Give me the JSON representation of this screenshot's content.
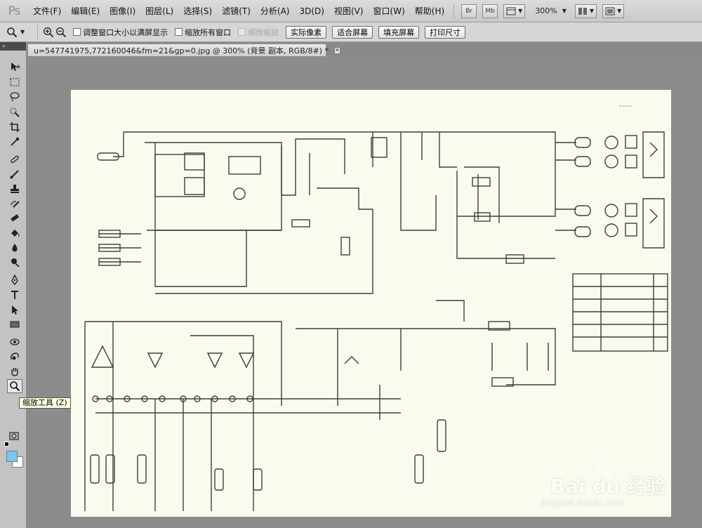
{
  "menubar": {
    "logo": "Ps",
    "items": [
      "文件(F)",
      "编辑(E)",
      "图像(I)",
      "图层(L)",
      "选择(S)",
      "滤镜(T)",
      "分析(A)",
      "3D(D)",
      "视图(V)",
      "窗口(W)",
      "帮助(H)"
    ],
    "bridge_label": "Br",
    "minibridge_label": "Mb",
    "zoom_level": "300%"
  },
  "options": {
    "resize_windows": "调整窗口大小以满屏显示",
    "zoom_all": "缩放所有窗口",
    "scrubby_zoom": "细微缩放",
    "actual_pixels": "实际像素",
    "fit_screen": "适合屏幕",
    "fill_screen": "填充屏幕",
    "print_size": "打印尺寸"
  },
  "document": {
    "tab_title": "u=547741975,772160046&fm=21&gp=0.jpg @ 300% (背景 副本, RGB/8#) *",
    "close_glyph": "✕"
  },
  "tools": {
    "header": "»",
    "tooltip": "缩放工具 (Z)",
    "foreground_color": "#78c7f5",
    "background_color": "#ffffff"
  },
  "watermark": {
    "brand": "Bai du 经验",
    "url": "jingyan.baidu.com"
  }
}
